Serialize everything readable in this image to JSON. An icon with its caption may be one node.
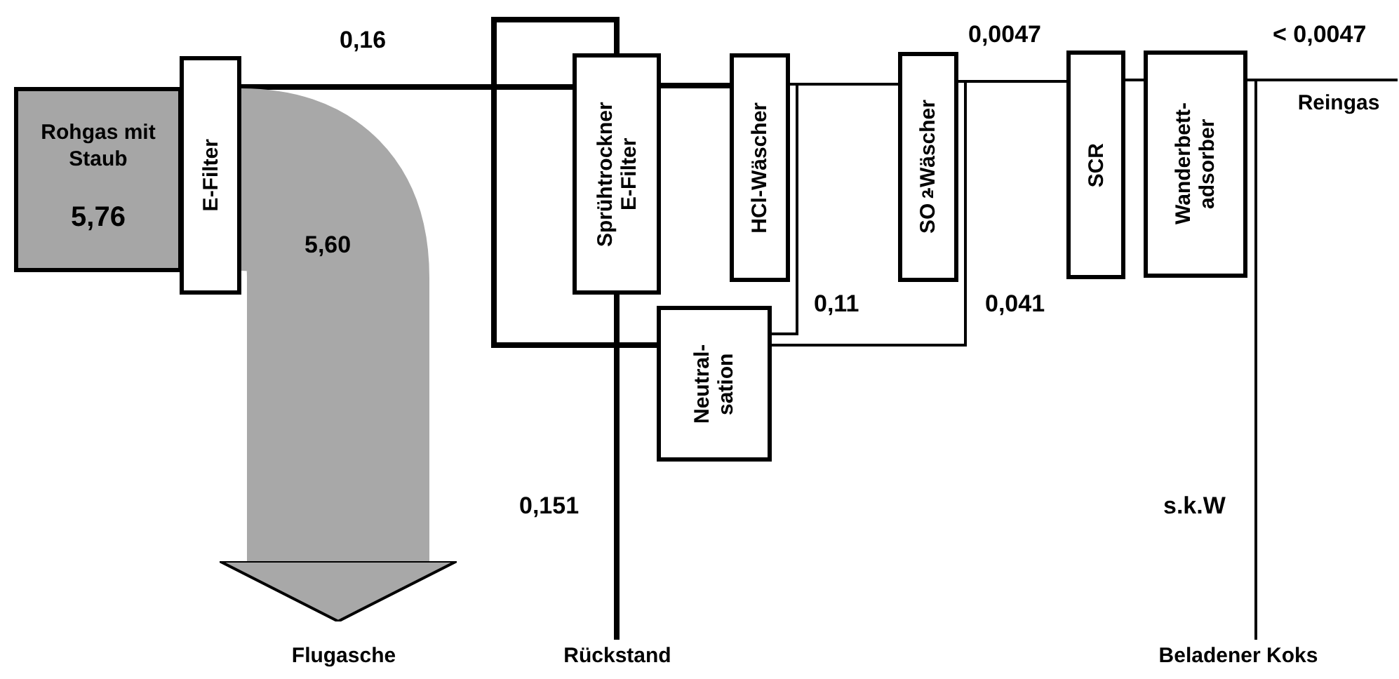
{
  "diagram": {
    "nodes": [
      {
        "text": [
          "Rohgas mit Staub",
          "5,76"
        ]
      },
      {
        "text": [
          "E-Filter"
        ]
      },
      {
        "text": [
          "Sprühtrockner E-Filter"
        ]
      },
      {
        "text": [
          "HCl-Wäscher"
        ]
      },
      {
        "text": [
          "SO$_{2}$-Wäscher"
        ]
      },
      {
        "text": [
          "SCR"
        ]
      },
      {
        "text": [
          "Wanderbett- adsorber"
        ]
      },
      {
        "text": [
          "Neutral- sation"
        ]
      },
      {
        "text": [
          "Reingas"
        ]
      },
      {
        "text": [
          "Flugasche"
        ]
      },
      {
        "text": [
          "Rückstand"
        ]
      },
      {
        "text": [
          "Beladener Koks"
        ]
      }
    ],
    "edges": [
      {
        "from": 1,
        "to": 2,
        "arrow": "none",
        "label": "0,16",
        "style": "thick"
      },
      {
        "from": 1,
        "to": 9,
        "arrow": "to",
        "label": "5,60",
        "style": "thick",
        "color": "#a8a8a8"
      },
      {
        "from": 2,
        "to": 3,
        "arrow": "none",
        "style": "thick"
      },
      {
        "from": 3,
        "to": 4,
        "arrow": "none"
      },
      {
        "from": 4,
        "to": 5,
        "arrow": "none",
        "label": "0,0047"
      },
      {
        "from": 5,
        "to": 6,
        "arrow": "none"
      },
      {
        "from": 6,
        "to": 8,
        "arrow": "none",
        "label": "< 0,0047"
      },
      {
        "from": 3,
        "to": 7,
        "arrow": "none",
        "label": "0,11"
      },
      {
        "from": 4,
        "to": 7,
        "arrow": "none",
        "label": "0,041"
      },
      {
        "from": 7,
        "to": 2,
        "arrow": "none",
        "style": "thick"
      },
      {
        "from": 2,
        "to": 10,
        "arrow": "none",
        "label": "0,151",
        "style": "thick"
      },
      {
        "from": 6,
        "to": 11,
        "arrow": "none",
        "label": "s.k.W"
      }
    ]
  }
}
